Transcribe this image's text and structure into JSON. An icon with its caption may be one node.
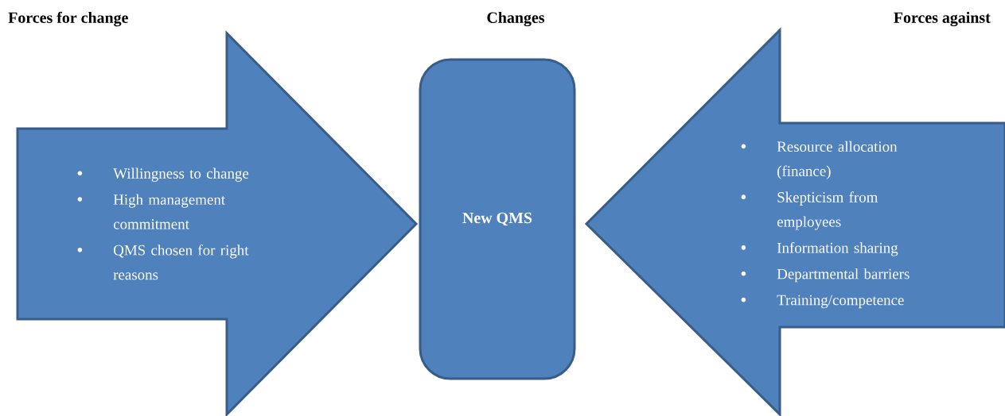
{
  "diagram": {
    "nodes": [
      {
        "text": [
          "Willingness to change",
          "High management commitment",
          "QMS chosen for right reasons"
        ]
      },
      {
        "text": [
          "New QMS"
        ]
      },
      {
        "text": [
          "Resource allocation (finance)",
          "Skepticism from employees",
          "Information sharing",
          "Departmental barriers",
          "Training/competence"
        ]
      }
    ],
    "labels": [
      "Forces for change",
      "Changes",
      "Forces against"
    ]
  }
}
